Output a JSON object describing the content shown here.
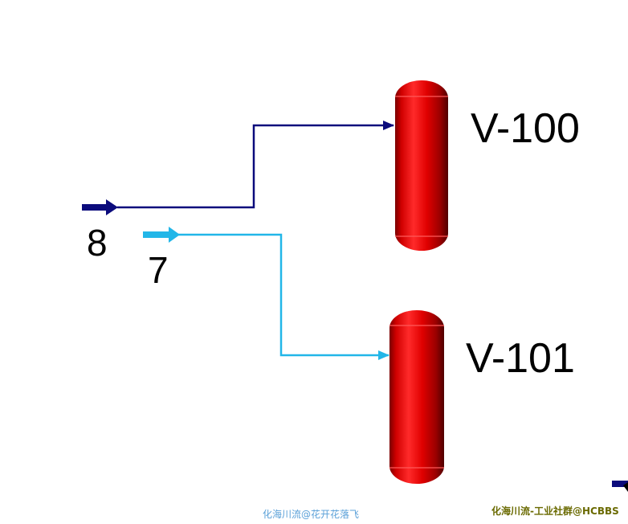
{
  "diagram": {
    "streams": [
      {
        "id": "stream-8",
        "label": "8",
        "color": "#0b0b7c"
      },
      {
        "id": "stream-7",
        "label": "7",
        "color": "#22b6e8"
      }
    ],
    "vessels": [
      {
        "id": "V-100",
        "label": "V-100",
        "color": "#e00000"
      },
      {
        "id": "V-101",
        "label": "V-101",
        "color": "#e00000"
      }
    ]
  },
  "watermarks": {
    "center": "化海川流@花开花落飞",
    "right": "化海川流-工业社群@HCBBS",
    "center_color": "#5aa0d8",
    "right_color": "#6a6a00"
  }
}
